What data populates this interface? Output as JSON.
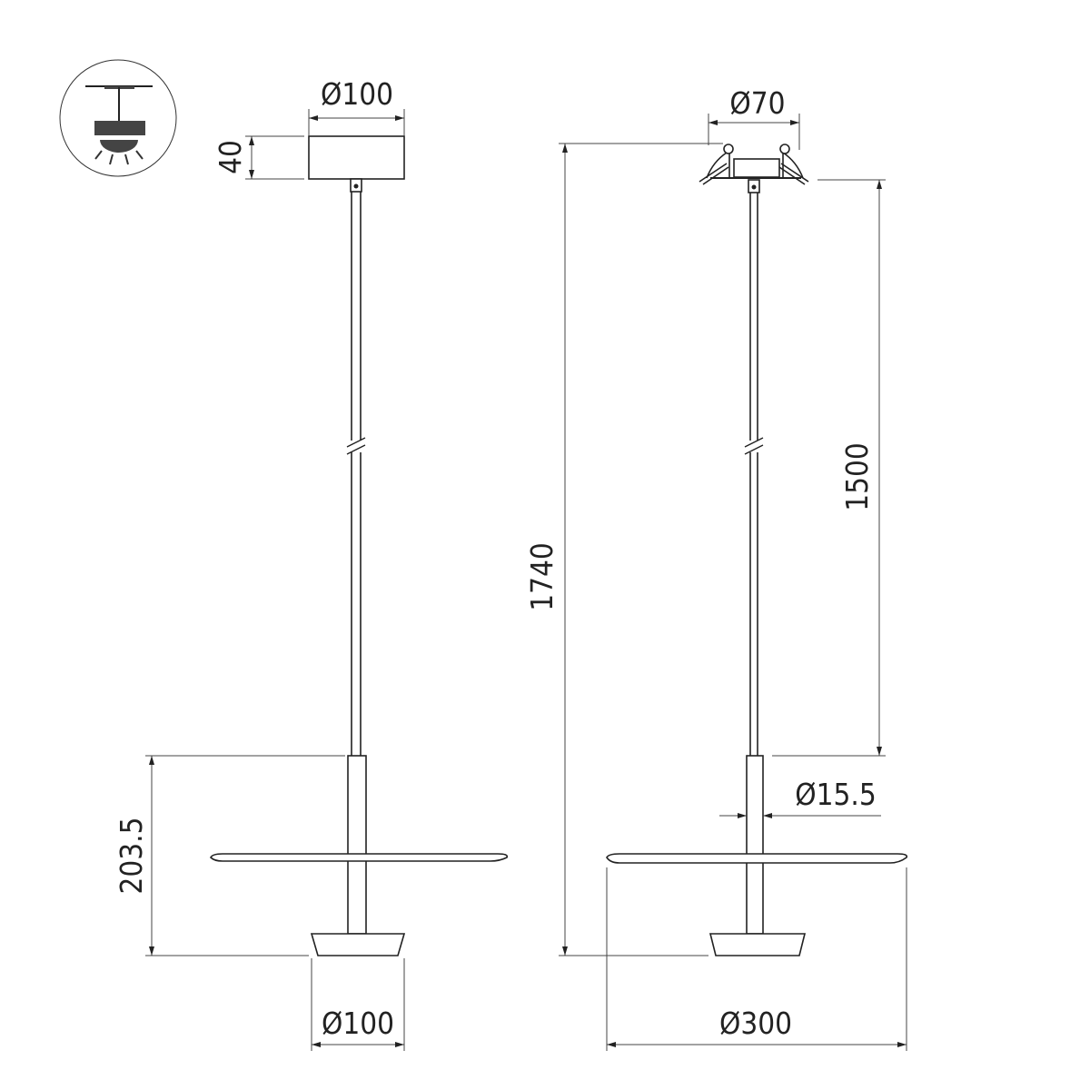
{
  "icon": {
    "name": "pendant-lamp-icon"
  },
  "left_view": {
    "canopy_diameter": "Ø100",
    "canopy_height": "40",
    "lamp_height": "203.5",
    "shade_diameter": "Ø100"
  },
  "right_view": {
    "mount_diameter": "Ø70",
    "total_height": "1740",
    "cable_length": "1500",
    "tube_diameter": "Ø15.5",
    "disc_diameter": "Ø300"
  }
}
